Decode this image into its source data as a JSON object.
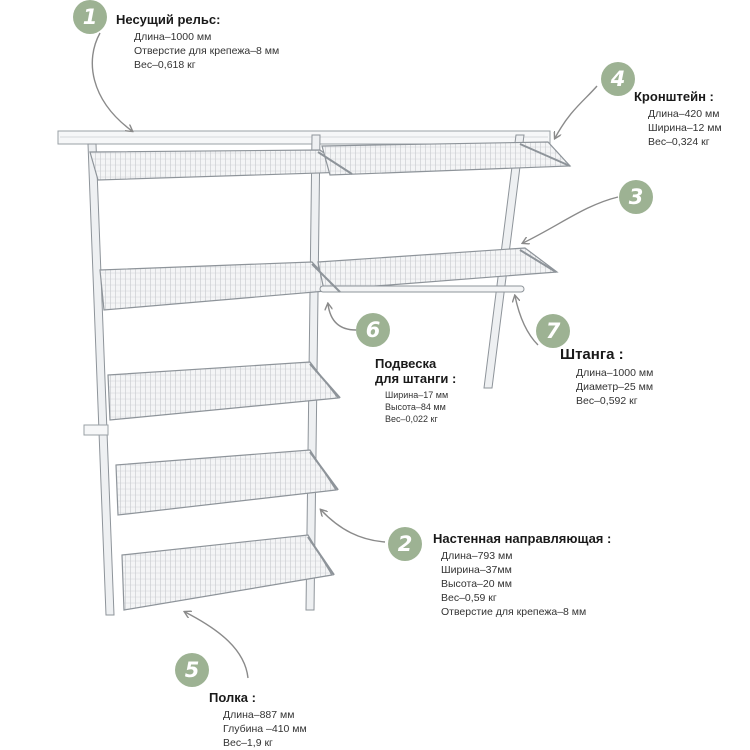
{
  "callouts": [
    {
      "number": "1",
      "title": "Несущий рельс:",
      "specs": [
        "Длина–1000 мм",
        "Отверстие для крепежа–8 мм",
        "Вес–0,618 кг"
      ]
    },
    {
      "number": "4",
      "title": "Кронштейн :",
      "specs": [
        "Длина–420 мм",
        "Ширина–12 мм",
        "Вес–0,324 кг"
      ]
    },
    {
      "number": "3"
    },
    {
      "number": "6",
      "title_line1": "Подвеска",
      "title_line2": "для штанги :",
      "specs": [
        "Ширина–17 мм",
        "Высота–84 мм",
        "Вес–0,022 кг"
      ]
    },
    {
      "number": "7",
      "title": "Штанга :",
      "specs": [
        "Длина–1000 мм",
        "Диаметр–25 мм",
        "Вес–0,592 кг"
      ]
    },
    {
      "number": "2",
      "title": "Настенная направляющая :",
      "specs": [
        "Длина–793 мм",
        "Ширина–37мм",
        "Высота–20 мм",
        "Вес–0,59 кг",
        "Отверстие для крепежа–8 мм"
      ]
    },
    {
      "number": "5",
      "title": "Полка :",
      "specs": [
        "Длина–887 мм",
        "Глубина –410 мм",
        "Вес–1,9 кг"
      ]
    }
  ],
  "colors": {
    "badge": "#9db293",
    "wire": "#b9bec2",
    "wire_dark": "#8e949a",
    "arrow": "#8a8a8a"
  }
}
